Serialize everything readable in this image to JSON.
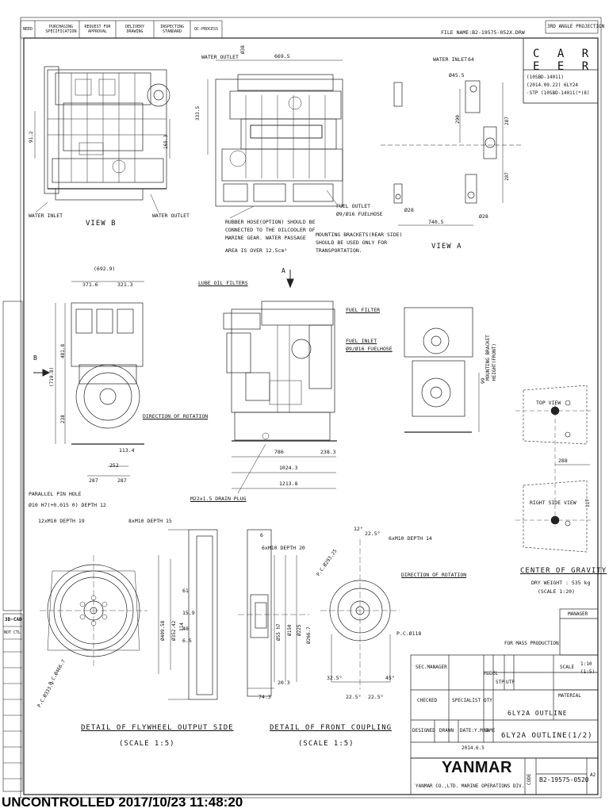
{
  "header": {
    "cells": [
      "NEED",
      "PURCHASING SPECIFICATION",
      "REQUEST FOR APPROVAL",
      "DELIVERY DRAWING",
      "INSPECTING STANDARD",
      "QC-PROCESS"
    ],
    "file_name": "FILE NAME:B2-19575-052X.DRW",
    "projection": "3RD ANGLE PROJECTION"
  },
  "career": {
    "title": "C A R E E R",
    "lines": [
      "(10SBD-14011)",
      "(2014.09.22) 6LY24",
      "·STP (10SBD-14011(*)8)"
    ]
  },
  "view_b": {
    "dim_91_2": "91.2",
    "dim_165_3": "165.3",
    "water_inlet": "WATER INLET",
    "title": "VIEW B",
    "water_outlet": "WATER OUTLET"
  },
  "top_view": {
    "water_outlet": "WATER OUTLET",
    "dia_38": "Ø38",
    "dim_669_5": "669.5",
    "dim_333_5": "333.5",
    "rubber_hose": [
      "RUBBER HOSE(OPTION) SHOULD BE",
      "CONNECTED TO THE OILCOOLER OF",
      "MARINE GEAR. WATER PASSAGE",
      "AREA IS OVER 12.5cm²"
    ],
    "fuel_outlet": [
      "FUEL OUTLET",
      "Ø9/Ø16 FUELHOSE"
    ]
  },
  "view_a": {
    "water_inlet": "WATER INLET",
    "dim_64": "64",
    "dia_45_5": "Ø45.5",
    "dim_290": "290",
    "dim_287a": "287",
    "dim_287b": "287",
    "dia_28a": "Ø28",
    "dia_28b": "Ø28",
    "dim_740_5": "740.5",
    "mounting_note": [
      "MOUNTING BRACKETS(REAR SIDE)",
      "SHOULD BE USED ONLY FOR",
      "TRANSPORTATION."
    ],
    "title": "VIEW A"
  },
  "rear_view": {
    "dim_692_9": "(692.9)",
    "dim_371_6": "371.6",
    "dim_321_3": "321.3",
    "dim_481_8": "481.8",
    "dim_719_8": "(719.8)",
    "dim_238": "238",
    "dim_113_4": "113.4",
    "dim_252": "252",
    "dim_287a": "287",
    "dim_287b": "287",
    "b_label": "B",
    "direction": "DIRECTION OF ROTATION"
  },
  "side_view": {
    "lube_oil": "LUBE OIL FILTERS",
    "a_label": "A",
    "fuel_filter": "FUEL FILTER",
    "fuel_inlet": [
      "FUEL INLET",
      "Ø9/Ø16 FUELHOSE"
    ],
    "dim_786": "786",
    "dim_238_3": "238.3",
    "dim_1024_3": "1024.3",
    "dim_1213_8": "1213.8",
    "drain_plug": "M22x1.5 DRAIN PLUG"
  },
  "front_view": {
    "mounting_bracket": [
      "MOUNTING BRACKET",
      "HEIGHT(FRONT)"
    ],
    "dim_99": "99"
  },
  "cog": {
    "dim_288": "288",
    "top_view": "TOP VIEW",
    "right_side_view": "RIGHT SIDE VIEW",
    "dim_117": "117",
    "title": "CENTER OF GRAVITY",
    "dry_weight": "DRY WEIGHT : 535 kg",
    "scale": "(SCALE 1:20)"
  },
  "flywheel": {
    "parallel_pin": "PARALLEL PIN HOLE",
    "pin_dia": "Ø10 H7(+0.015 0) DEPTH 12",
    "tap1": "12xM10 DEPTH 19",
    "tap2": "8xM10 DEPTH 15",
    "pcd1": "P.C.Ø466.7",
    "pcd2": "P.C.Ø333.4",
    "dim_409_58": "Ø409.58",
    "dim_352_42": "Ø352.42",
    "dim_314": "314",
    "dim_61": "61",
    "dim_15_9": "15.9",
    "dim_40": "40",
    "dim_6_5": "6.5",
    "title": "DETAIL OF FLYWHEEL OUTPUT SIDE",
    "scale": "(SCALE 1:5)"
  },
  "coupling": {
    "dim_6": "6",
    "tap": "6xM10 DEPTH 20",
    "pcd_top": "P.C.Ø293.25",
    "dim_12": "12°",
    "dim_22_5": "22.5°",
    "tap2": "6xM10 DEPTH 14",
    "direction": "DIRECTION OF ROTATION",
    "pcd_118": "P.C.Ø118",
    "dim_55": "Ø55 h7",
    "dim_150": "Ø150",
    "dim_225": "Ø225",
    "dim_266_7": "Ø266.7",
    "dim_20_3": "20.3",
    "dim_74_3": "74.3",
    "ang_32_5a": "32.5°",
    "ang_22_5a": "22.5°",
    "ang_22_5b": "22.5°",
    "ang_45": "45°",
    "title": "DETAIL OF FRONT COUPLING",
    "scale": "(SCALE 1:5)"
  },
  "title_block": {
    "manager": "MANAGER",
    "for_mass_production": "FOR MASS PRODUCTION",
    "sec_manager": "SEC.MANAGER",
    "checked": "CHECKED",
    "specialist": "SPECIALIST",
    "designed": "DESIGNED",
    "drawn": "DRAWN",
    "date_label": "DATE:Y.M.D",
    "date": "2014.6.5",
    "model": "MODEL",
    "qty": "QTY",
    "name": "NAME",
    "stp": "STP",
    "utp": "UTP",
    "model_code": "6LY2A OUTLINE",
    "drawing_name": "6LY2A OUTLINE(1/2)",
    "scale_label": "SCALE",
    "scale_value": "1:10",
    "scale_value2": "(1:5)",
    "material": "MATERIAL",
    "company": "YANMAR CO.,LTD. MARINE OPERATIONS DIV.",
    "brand": "YANMAR",
    "code_label": "CODE",
    "drawing_no": "B2-19575-0520",
    "size": "A2"
  },
  "left_strip": {
    "dcad": "3D-CAD",
    "not_ctl": "NOT CTL"
  },
  "footer": {
    "uncontrolled": "UNCONTROLLED 2017/10/23 11:48:20"
  }
}
